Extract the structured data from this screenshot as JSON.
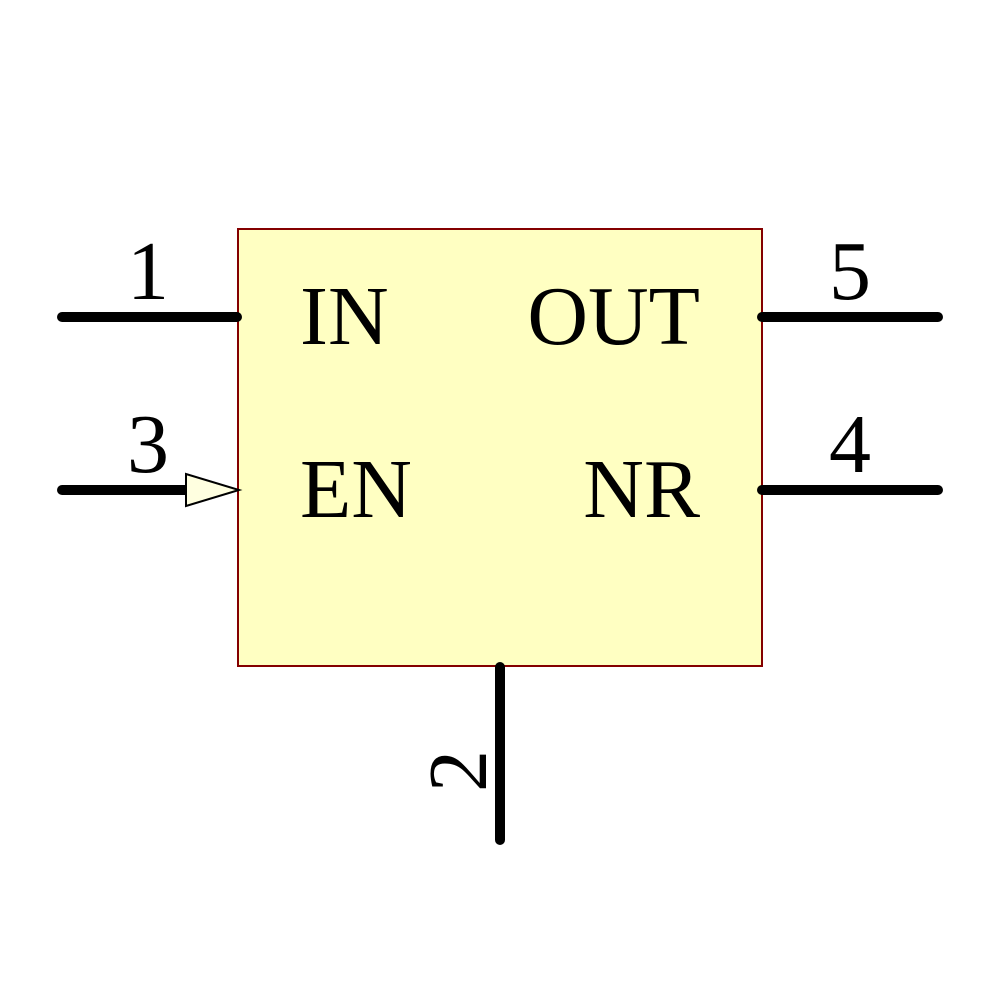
{
  "schematic": {
    "component": {
      "description": "5-pin regulator schematic symbol",
      "body_fill": "#FFFFC2",
      "body_stroke": "#840000",
      "pin_color": "#000000",
      "arrow_fill": "#FFFFE0"
    },
    "pins": [
      {
        "number": "1",
        "name": "IN",
        "side": "left"
      },
      {
        "number": "3",
        "name": "EN",
        "side": "left",
        "decoration": "input-arrow"
      },
      {
        "number": "5",
        "name": "OUT",
        "side": "right"
      },
      {
        "number": "4",
        "name": "NR",
        "side": "right"
      },
      {
        "number": "2",
        "name": "",
        "side": "bottom"
      }
    ]
  }
}
